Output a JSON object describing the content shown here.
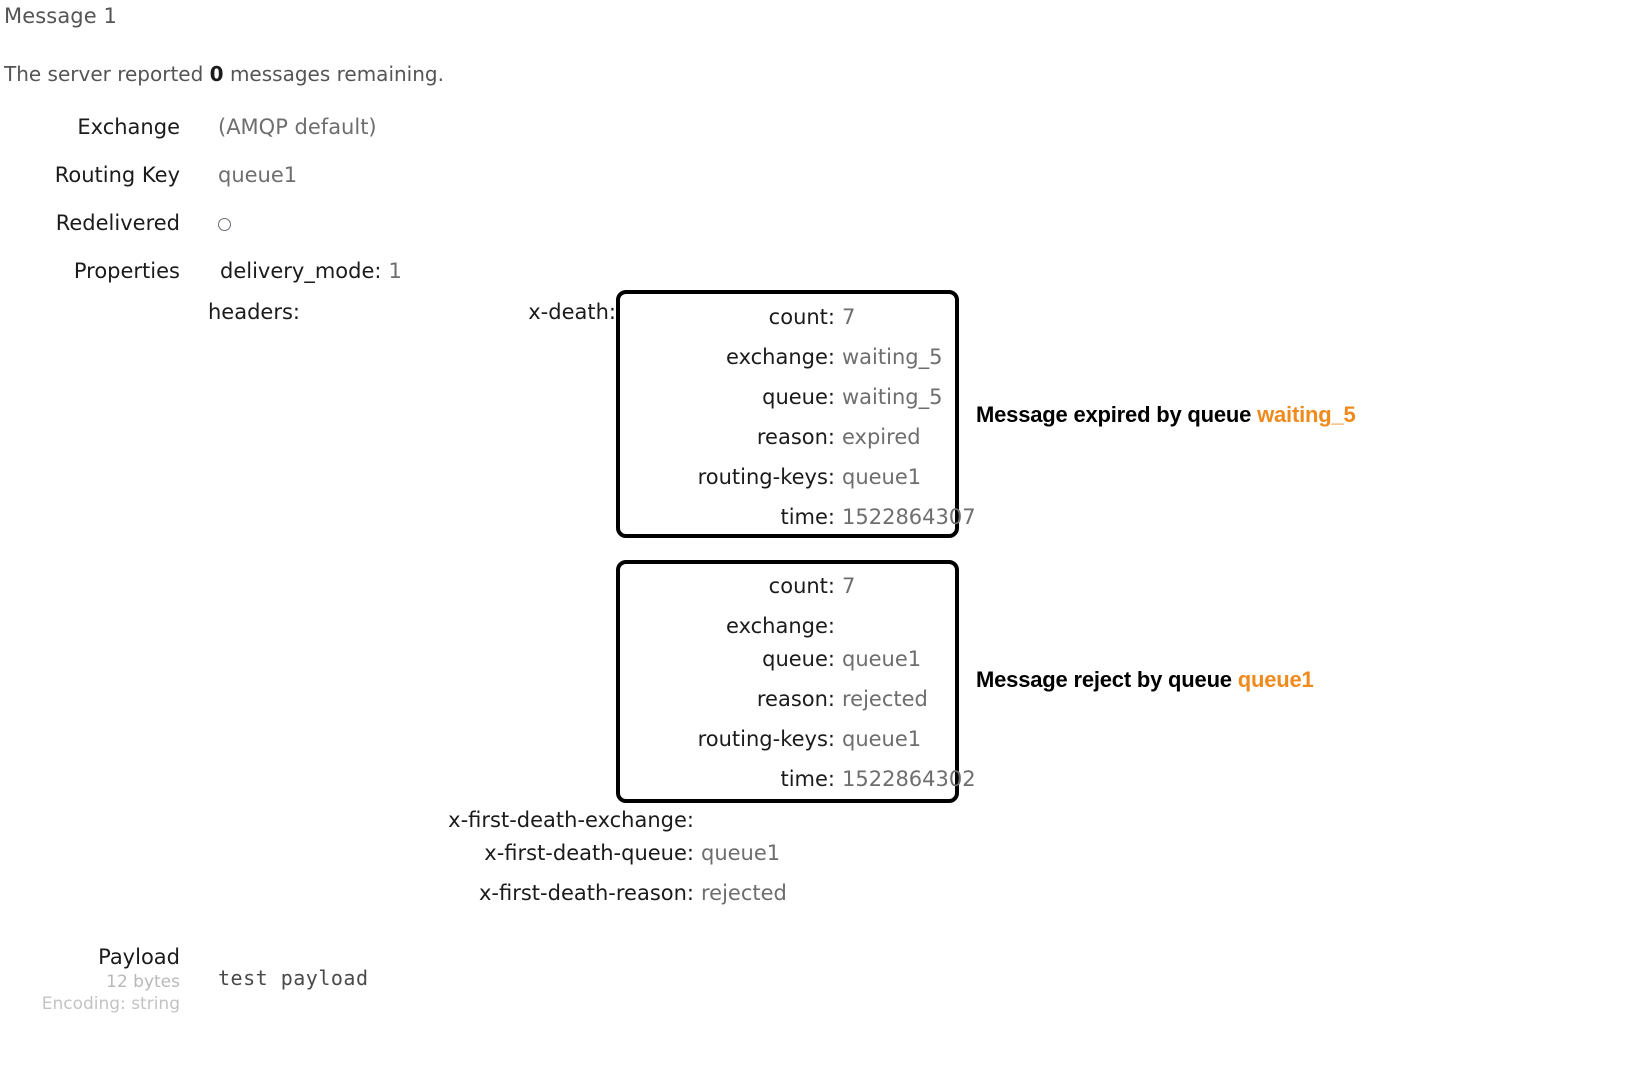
{
  "page": {
    "title": "Message 1",
    "server_report_prefix": "The server reported ",
    "server_report_count": "0",
    "server_report_suffix": " messages remaining."
  },
  "fields": [
    {
      "label": "Exchange",
      "value": "(AMQP default)"
    },
    {
      "label": "Routing Key",
      "value": "queue1"
    },
    {
      "label": "Redelivered",
      "value": "",
      "icon": "empty-circle-icon"
    },
    {
      "label": "Properties",
      "value": "delivery_mode: 1"
    }
  ],
  "properties": {
    "delivery_mode_key": "delivery_mode:",
    "delivery_mode_value": "1",
    "headers_key": "headers:",
    "x_death_key": "x-death:"
  },
  "x_death_entries": [
    {
      "rows": [
        {
          "key": "count:",
          "value": "7"
        },
        {
          "key": "exchange:",
          "value": "waiting_5"
        },
        {
          "key": "queue:",
          "value": "waiting_5"
        },
        {
          "key": "reason:",
          "value": "expired"
        },
        {
          "key": "routing-keys:",
          "value": "queue1"
        },
        {
          "key": "time:",
          "value": "1522864307"
        }
      ],
      "annotation_prefix": "Message expired by queue ",
      "annotation_highlight": "waiting_5"
    },
    {
      "rows": [
        {
          "key": "count:",
          "value": "7"
        },
        {
          "key": "exchange:",
          "value": ""
        },
        {
          "key": "queue:",
          "value": "queue1"
        },
        {
          "key": "reason:",
          "value": "rejected"
        },
        {
          "key": "routing-keys:",
          "value": "queue1"
        },
        {
          "key": "time:",
          "value": "1522864302"
        }
      ],
      "annotation_prefix": "Message reject by queue ",
      "annotation_highlight": "queue1"
    }
  ],
  "first_death": [
    {
      "key": "x-first-death-exchange:",
      "value": ""
    },
    {
      "key": "x-first-death-queue:",
      "value": "queue1"
    },
    {
      "key": "x-first-death-reason:",
      "value": "rejected"
    }
  ],
  "payload": {
    "label": "Payload",
    "bytes": "12 bytes",
    "encoding": "Encoding: string",
    "body": "test payload"
  },
  "colors": {
    "highlight_orange": "#f08a1c",
    "text_dark": "#1b1b1b",
    "text_muted": "#6e6e6e",
    "box_border": "#000000"
  }
}
